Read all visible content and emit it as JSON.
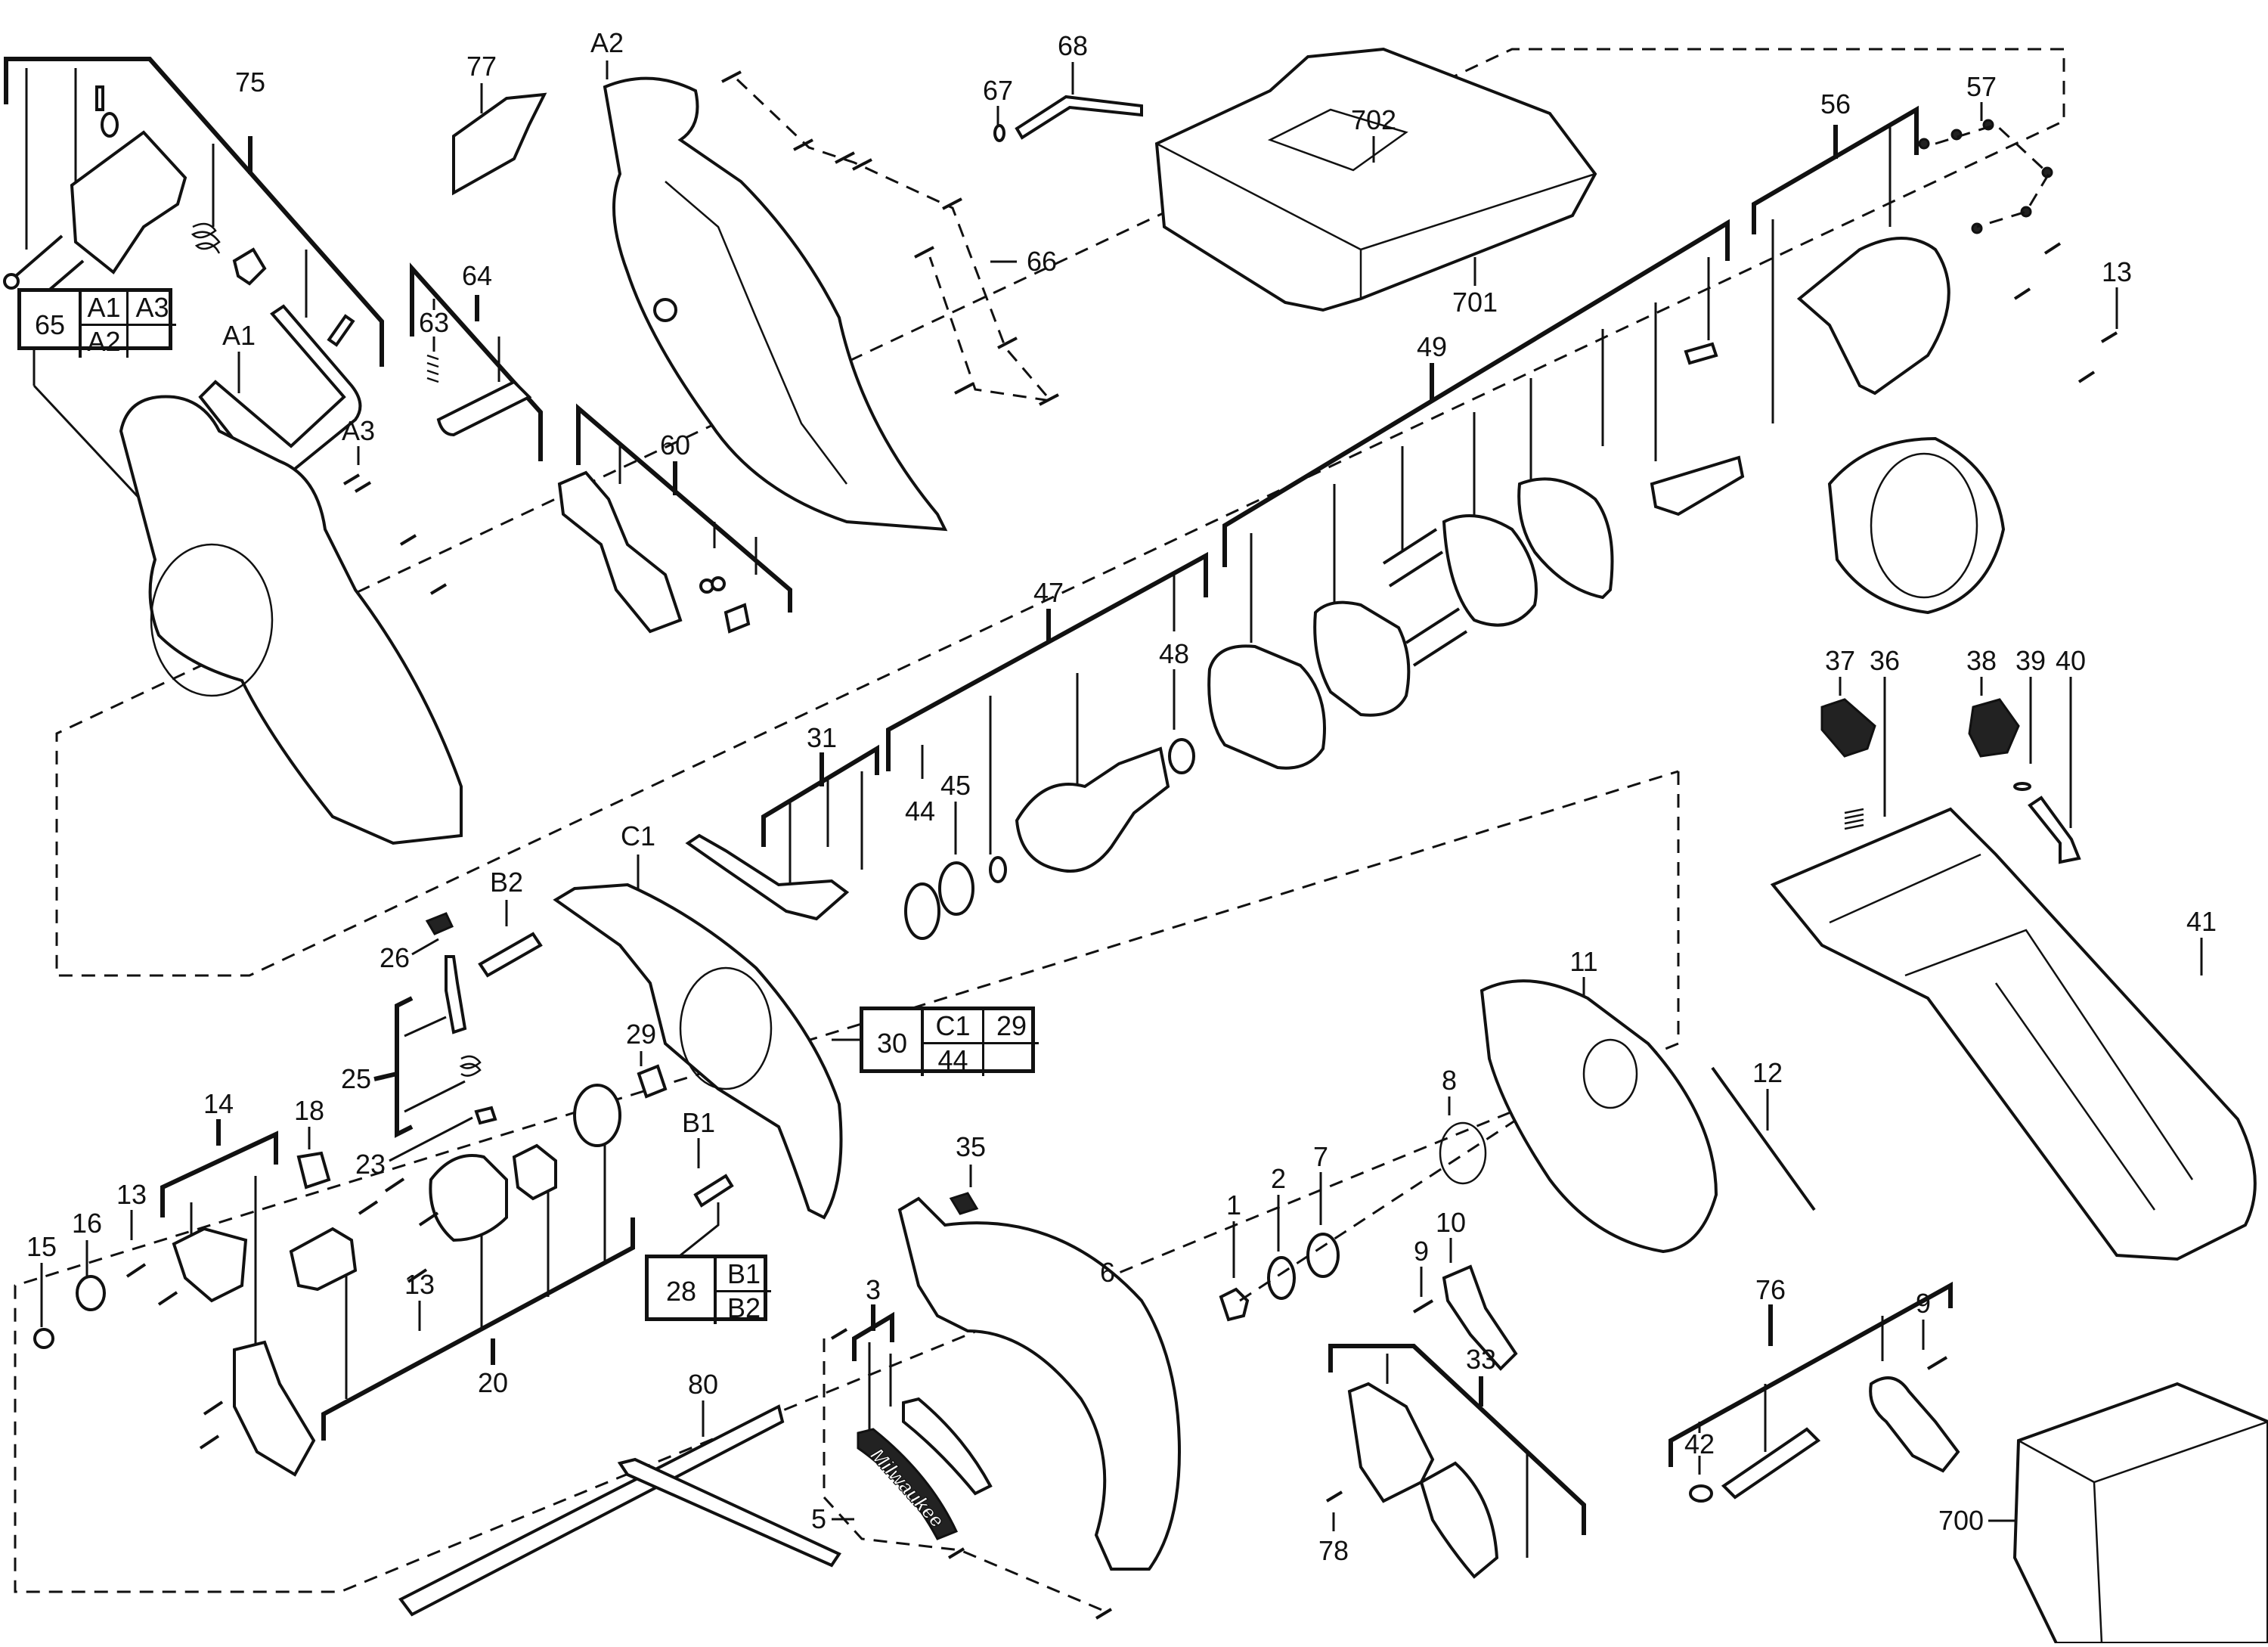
{
  "diagram": {
    "title": "",
    "brand_logo": "Milwaukee",
    "part_labels": [
      {
        "id": "75",
        "text": "75"
      },
      {
        "id": "77",
        "text": "77"
      },
      {
        "id": "A2",
        "text": "A2"
      },
      {
        "id": "67",
        "text": "67"
      },
      {
        "id": "68",
        "text": "68"
      },
      {
        "id": "702",
        "text": "702"
      },
      {
        "id": "701",
        "text": "701"
      },
      {
        "id": "56",
        "text": "56"
      },
      {
        "id": "57",
        "text": "57"
      },
      {
        "id": "13a",
        "text": "13"
      },
      {
        "id": "66",
        "text": "66"
      },
      {
        "id": "64",
        "text": "64"
      },
      {
        "id": "63",
        "text": "63"
      },
      {
        "id": "A1",
        "text": "A1"
      },
      {
        "id": "A3",
        "text": "A3"
      },
      {
        "id": "60",
        "text": "60"
      },
      {
        "id": "49",
        "text": "49"
      },
      {
        "id": "47",
        "text": "47"
      },
      {
        "id": "48",
        "text": "48"
      },
      {
        "id": "31",
        "text": "31"
      },
      {
        "id": "44",
        "text": "44"
      },
      {
        "id": "45",
        "text": "45"
      },
      {
        "id": "37",
        "text": "37"
      },
      {
        "id": "36",
        "text": "36"
      },
      {
        "id": "38",
        "text": "38"
      },
      {
        "id": "39",
        "text": "39"
      },
      {
        "id": "40",
        "text": "40"
      },
      {
        "id": "41",
        "text": "41"
      },
      {
        "id": "C1",
        "text": "C1"
      },
      {
        "id": "B2",
        "text": "B2"
      },
      {
        "id": "26",
        "text": "26"
      },
      {
        "id": "25",
        "text": "25"
      },
      {
        "id": "29",
        "text": "29"
      },
      {
        "id": "11",
        "text": "11"
      },
      {
        "id": "12",
        "text": "12"
      },
      {
        "id": "8",
        "text": "8"
      },
      {
        "id": "14",
        "text": "14"
      },
      {
        "id": "18",
        "text": "18"
      },
      {
        "id": "23",
        "text": "23"
      },
      {
        "id": "1",
        "text": "1"
      },
      {
        "id": "2",
        "text": "2"
      },
      {
        "id": "7",
        "text": "7"
      },
      {
        "id": "10",
        "text": "10"
      },
      {
        "id": "9a",
        "text": "9"
      },
      {
        "id": "35",
        "text": "35"
      },
      {
        "id": "B1",
        "text": "B1"
      },
      {
        "id": "13b",
        "text": "13"
      },
      {
        "id": "16",
        "text": "16"
      },
      {
        "id": "15",
        "text": "15"
      },
      {
        "id": "6",
        "text": "6"
      },
      {
        "id": "3",
        "text": "3"
      },
      {
        "id": "13c",
        "text": "13"
      },
      {
        "id": "20",
        "text": "20"
      },
      {
        "id": "76",
        "text": "76"
      },
      {
        "id": "9b",
        "text": "9"
      },
      {
        "id": "33",
        "text": "33"
      },
      {
        "id": "80",
        "text": "80"
      },
      {
        "id": "42",
        "text": "42"
      },
      {
        "id": "5",
        "text": "5"
      },
      {
        "id": "700",
        "text": "700"
      },
      {
        "id": "78",
        "text": "78"
      }
    ],
    "reference_tables": [
      {
        "id": "65",
        "main": "65",
        "cells": [
          "A1",
          "A3",
          "A2",
          ""
        ]
      },
      {
        "id": "30",
        "main": "30",
        "cells": [
          "C1",
          "29",
          "44",
          ""
        ]
      },
      {
        "id": "28",
        "main": "28",
        "cells": [
          "B1",
          "B2"
        ]
      }
    ]
  }
}
